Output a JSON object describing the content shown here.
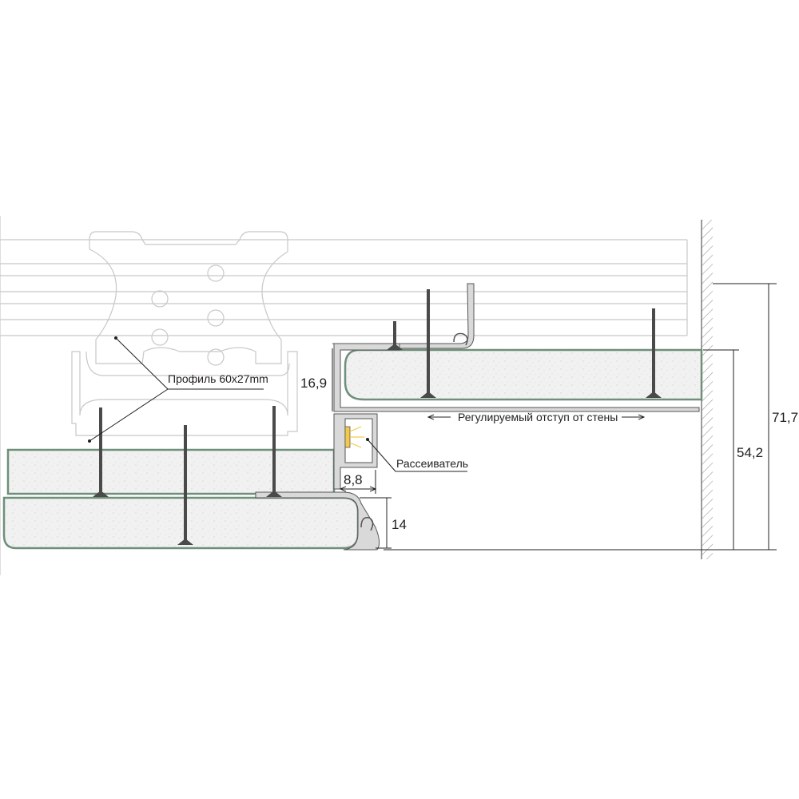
{
  "labels": {
    "profile": "Профиль 60x27mm",
    "offset": "Регулируемый отступ от стены",
    "diffuser": "Рассеиватель"
  },
  "dimensions": {
    "d1": "16,9",
    "d2": "8,8",
    "d3": "14",
    "d4": "54,2",
    "d5": "71,7"
  },
  "colors": {
    "board_edge": "#6f8f7a",
    "board_fill": "#efefef",
    "line": "#231f20",
    "faint": "#d0d0d0",
    "led": "#f2c94c"
  }
}
